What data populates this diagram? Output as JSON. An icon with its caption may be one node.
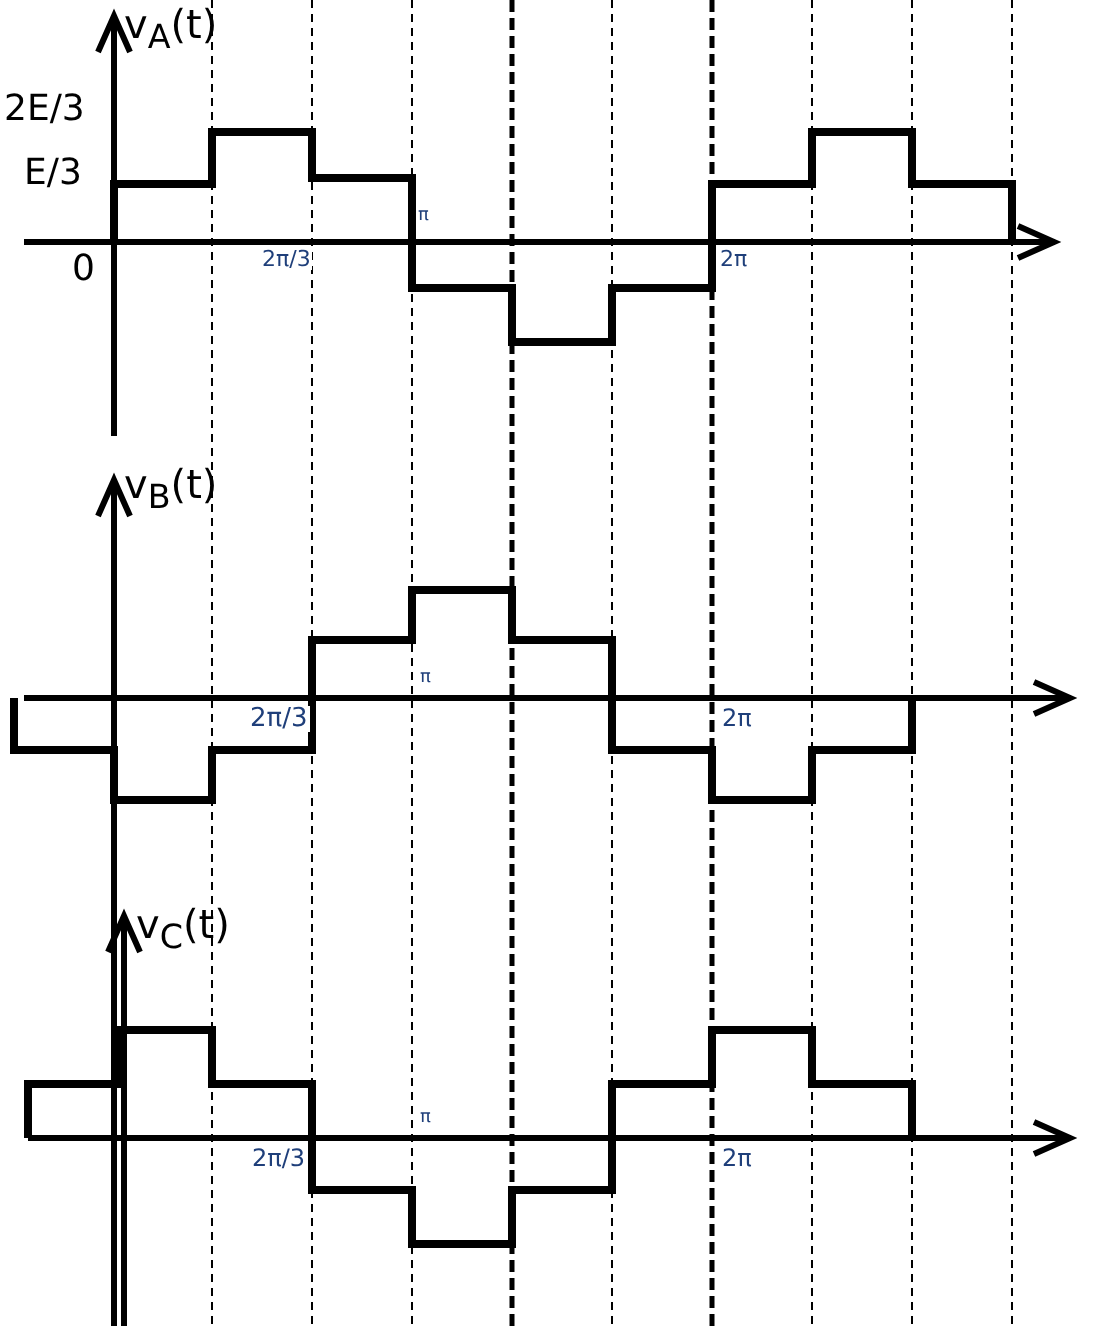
{
  "diagram": {
    "labels": [
      "v$_{A}$(t)",
      "2E/3",
      "E/3",
      "0",
      "π",
      "2π/3",
      "2π",
      "v$_{B}$(t)",
      "π",
      "2π/3",
      "2π",
      "v$_{C}$(t)",
      "π",
      "2π/3",
      "2π"
    ]
  }
}
